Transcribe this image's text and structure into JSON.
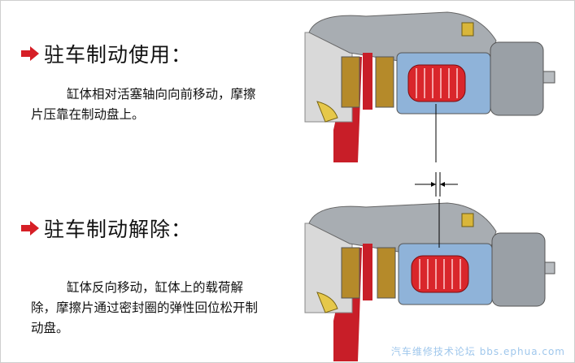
{
  "slide": {
    "sections": [
      {
        "heading": "驻车制动使用：",
        "body": "缸体相对活塞轴向向前移动，摩擦片压靠在制动盘上。"
      },
      {
        "heading": "驻车制动解除：",
        "body": "缸体反向移动，缸体上的载荷解除，摩擦片通过密封圈的弹性回位松开制动盘。"
      }
    ],
    "watermark": "汽车维修技术论坛 bbs.ephua.com"
  },
  "colors": {
    "arrow": "#d61f26",
    "piston_red": "#d9262b",
    "brake_pad": "#b58a2a",
    "housing_gray": "#a8adb2",
    "cylinder_blue": "#8fb3d9",
    "disc_red": "#c81e28"
  }
}
